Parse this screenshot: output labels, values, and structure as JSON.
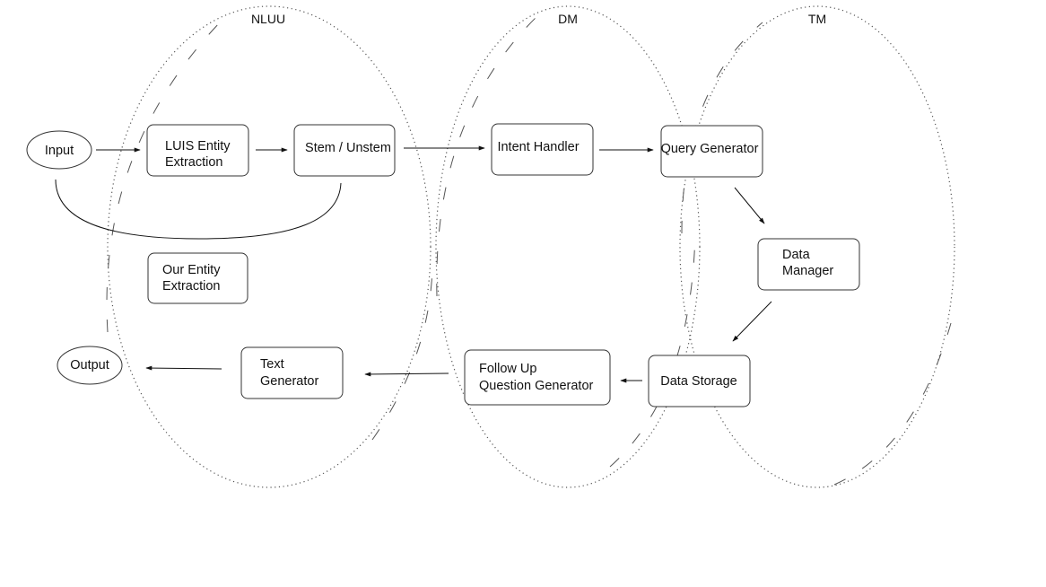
{
  "regions": {
    "nluu": "NLUU",
    "dm": "DM",
    "tm": "TM"
  },
  "nodes": {
    "input": "Input",
    "luis_entity_extraction": [
      "LUIS Entity",
      "Extraction"
    ],
    "stem_unstem": "Stem / Unstem",
    "our_entity_extraction": [
      "Our Entity",
      "Extraction"
    ],
    "intent_handler": "Intent Handler",
    "query_generator": "Query Generator",
    "data_manager": [
      "Data",
      "Manager"
    ],
    "data_storage": "Data Storage",
    "follow_up_question_generator": [
      "Follow Up",
      "Question Generator"
    ],
    "text_generator": [
      "Text",
      "Generator"
    ],
    "output": "Output"
  },
  "edges": [
    [
      "input",
      "luis_entity_extraction"
    ],
    [
      "luis_entity_extraction",
      "stem_unstem"
    ],
    [
      "stem_unstem",
      "intent_handler"
    ],
    [
      "intent_handler",
      "query_generator"
    ],
    [
      "query_generator",
      "data_manager"
    ],
    [
      "data_manager",
      "data_storage"
    ],
    [
      "data_storage",
      "follow_up_question_generator"
    ],
    [
      "follow_up_question_generator",
      "text_generator"
    ],
    [
      "text_generator",
      "output"
    ],
    [
      "input",
      "stem_unstem"
    ]
  ]
}
